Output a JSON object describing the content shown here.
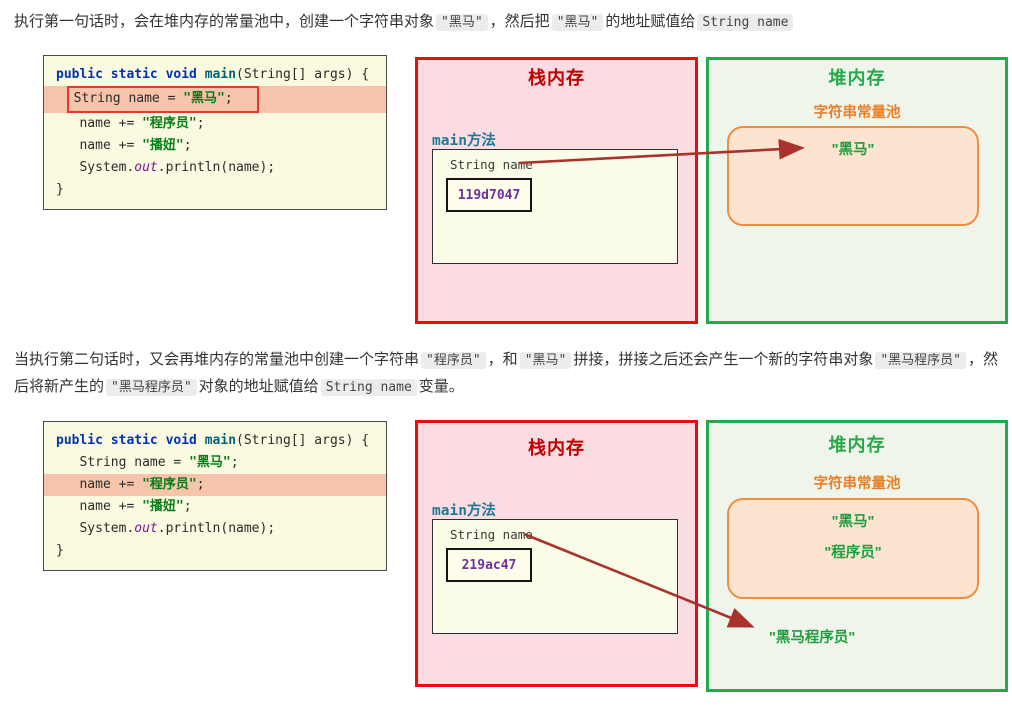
{
  "paragraphs": [
    {
      "segments": [
        {
          "t": "执行第一句话时，会在堆内存的常量池中，创建一个字符串对象"
        },
        {
          "t": "\"黑马\"",
          "code": true
        },
        {
          "t": "，然后把"
        },
        {
          "t": "\"黑马\"",
          "code": true
        },
        {
          "t": "的地址赋值给"
        },
        {
          "t": "String name",
          "code": true
        }
      ]
    },
    {
      "segments": [
        {
          "t": "当执行第二句话时，又会再堆内存的常量池中创建一个字符串"
        },
        {
          "t": "\"程序员\"",
          "code": true
        },
        {
          "t": "，和"
        },
        {
          "t": "\"黑马\"",
          "code": true
        },
        {
          "t": "拼接，拼接之后还会产生一个新的字符串对象"
        },
        {
          "t": "\"黑马程序员\"",
          "code": true
        },
        {
          "t": "，然后将新产生的"
        },
        {
          "t": "\"黑马程序员\"",
          "code": true
        },
        {
          "t": "对象的地址赋值给"
        },
        {
          "t": "String name",
          "code": true
        },
        {
          "t": "变量。"
        }
      ]
    }
  ],
  "code_blocks": [
    {
      "lines": [
        {
          "segs": [
            {
              "t": "public static void ",
              "c": "kw"
            },
            {
              "t": "main",
              "c": "fn"
            },
            {
              "t": "(String[] args) {",
              "c": "pl"
            }
          ]
        },
        {
          "hl": true,
          "boxed": true,
          "indent": "  ",
          "segs": [
            {
              "t": "String name = ",
              "c": "pl"
            },
            {
              "t": "\"黑马\"",
              "c": "str"
            },
            {
              "t": ";",
              "c": "pl"
            }
          ]
        },
        {
          "segs": [
            {
              "t": "   name += ",
              "c": "pl"
            },
            {
              "t": "\"程序员\"",
              "c": "str"
            },
            {
              "t": ";",
              "c": "pl"
            }
          ]
        },
        {
          "segs": [
            {
              "t": "   name += ",
              "c": "pl"
            },
            {
              "t": "\"播妞\"",
              "c": "str"
            },
            {
              "t": ";",
              "c": "pl"
            }
          ]
        },
        {
          "segs": [
            {
              "t": "   System.",
              "c": "pl"
            },
            {
              "t": "out",
              "c": "out"
            },
            {
              "t": ".println(name);",
              "c": "pl"
            }
          ]
        },
        {
          "segs": [
            {
              "t": "}",
              "c": "pl"
            }
          ]
        }
      ]
    },
    {
      "lines": [
        {
          "segs": [
            {
              "t": "public static void ",
              "c": "kw"
            },
            {
              "t": "main",
              "c": "fn"
            },
            {
              "t": "(String[] args) {",
              "c": "pl"
            }
          ]
        },
        {
          "segs": [
            {
              "t": "   String name = ",
              "c": "pl"
            },
            {
              "t": "\"黑马\"",
              "c": "str"
            },
            {
              "t": ";",
              "c": "pl"
            }
          ]
        },
        {
          "hl": true,
          "segs": [
            {
              "t": "   name += ",
              "c": "pl"
            },
            {
              "t": "\"程序员\"",
              "c": "str"
            },
            {
              "t": ";",
              "c": "pl"
            }
          ]
        },
        {
          "segs": [
            {
              "t": "   name += ",
              "c": "pl"
            },
            {
              "t": "\"播妞\"",
              "c": "str"
            },
            {
              "t": ";",
              "c": "pl"
            }
          ]
        },
        {
          "segs": [
            {
              "t": "   System.",
              "c": "pl"
            },
            {
              "t": "out",
              "c": "out"
            },
            {
              "t": ".println(name);",
              "c": "pl"
            }
          ]
        },
        {
          "segs": [
            {
              "t": "}",
              "c": "pl"
            }
          ]
        }
      ]
    }
  ],
  "diagrams": [
    {
      "stack": {
        "title": "栈内存",
        "method_label": "main方法",
        "var_label": "String name",
        "address": "119d7047"
      },
      "heap": {
        "title": "堆内存",
        "pool_label": "字符串常量池",
        "pool_items": [
          "\"黑马\""
        ],
        "outside_items": []
      }
    },
    {
      "stack": {
        "title": "栈内存",
        "method_label": "main方法",
        "var_label": "String name",
        "address": "219ac47"
      },
      "heap": {
        "title": "堆内存",
        "pool_label": "字符串常量池",
        "pool_items": [
          "\"黑马\"",
          "\"程序员\""
        ],
        "outside_items": [
          "\"黑马程序员\""
        ]
      }
    }
  ],
  "colors": {
    "stack_border": "#ea0b0b",
    "stack_bg": "#fbdce2",
    "stack_title": "#c00000",
    "heap_border": "#26a94d",
    "heap_bg": "#f0f5ec",
    "heap_title": "#26a94d",
    "pool_border": "#ef8e3f",
    "pool_bg": "#fce4d0",
    "pool_label_orange": "#e8802a",
    "heap_string_green": "#1e9e3e",
    "address_purple": "#7030a0",
    "arrow_red": "#a8332c",
    "code_keyword_blue": "#0033b3",
    "code_method_teal": "#00627a",
    "code_string_green": "#067d17",
    "code_field_purple": "#871094",
    "code_highlight_salmon": "#f6c3ab",
    "code_bg": "#fafae0",
    "method_label_teal": "#1d7a95",
    "inline_code_bg": "#ececec"
  }
}
